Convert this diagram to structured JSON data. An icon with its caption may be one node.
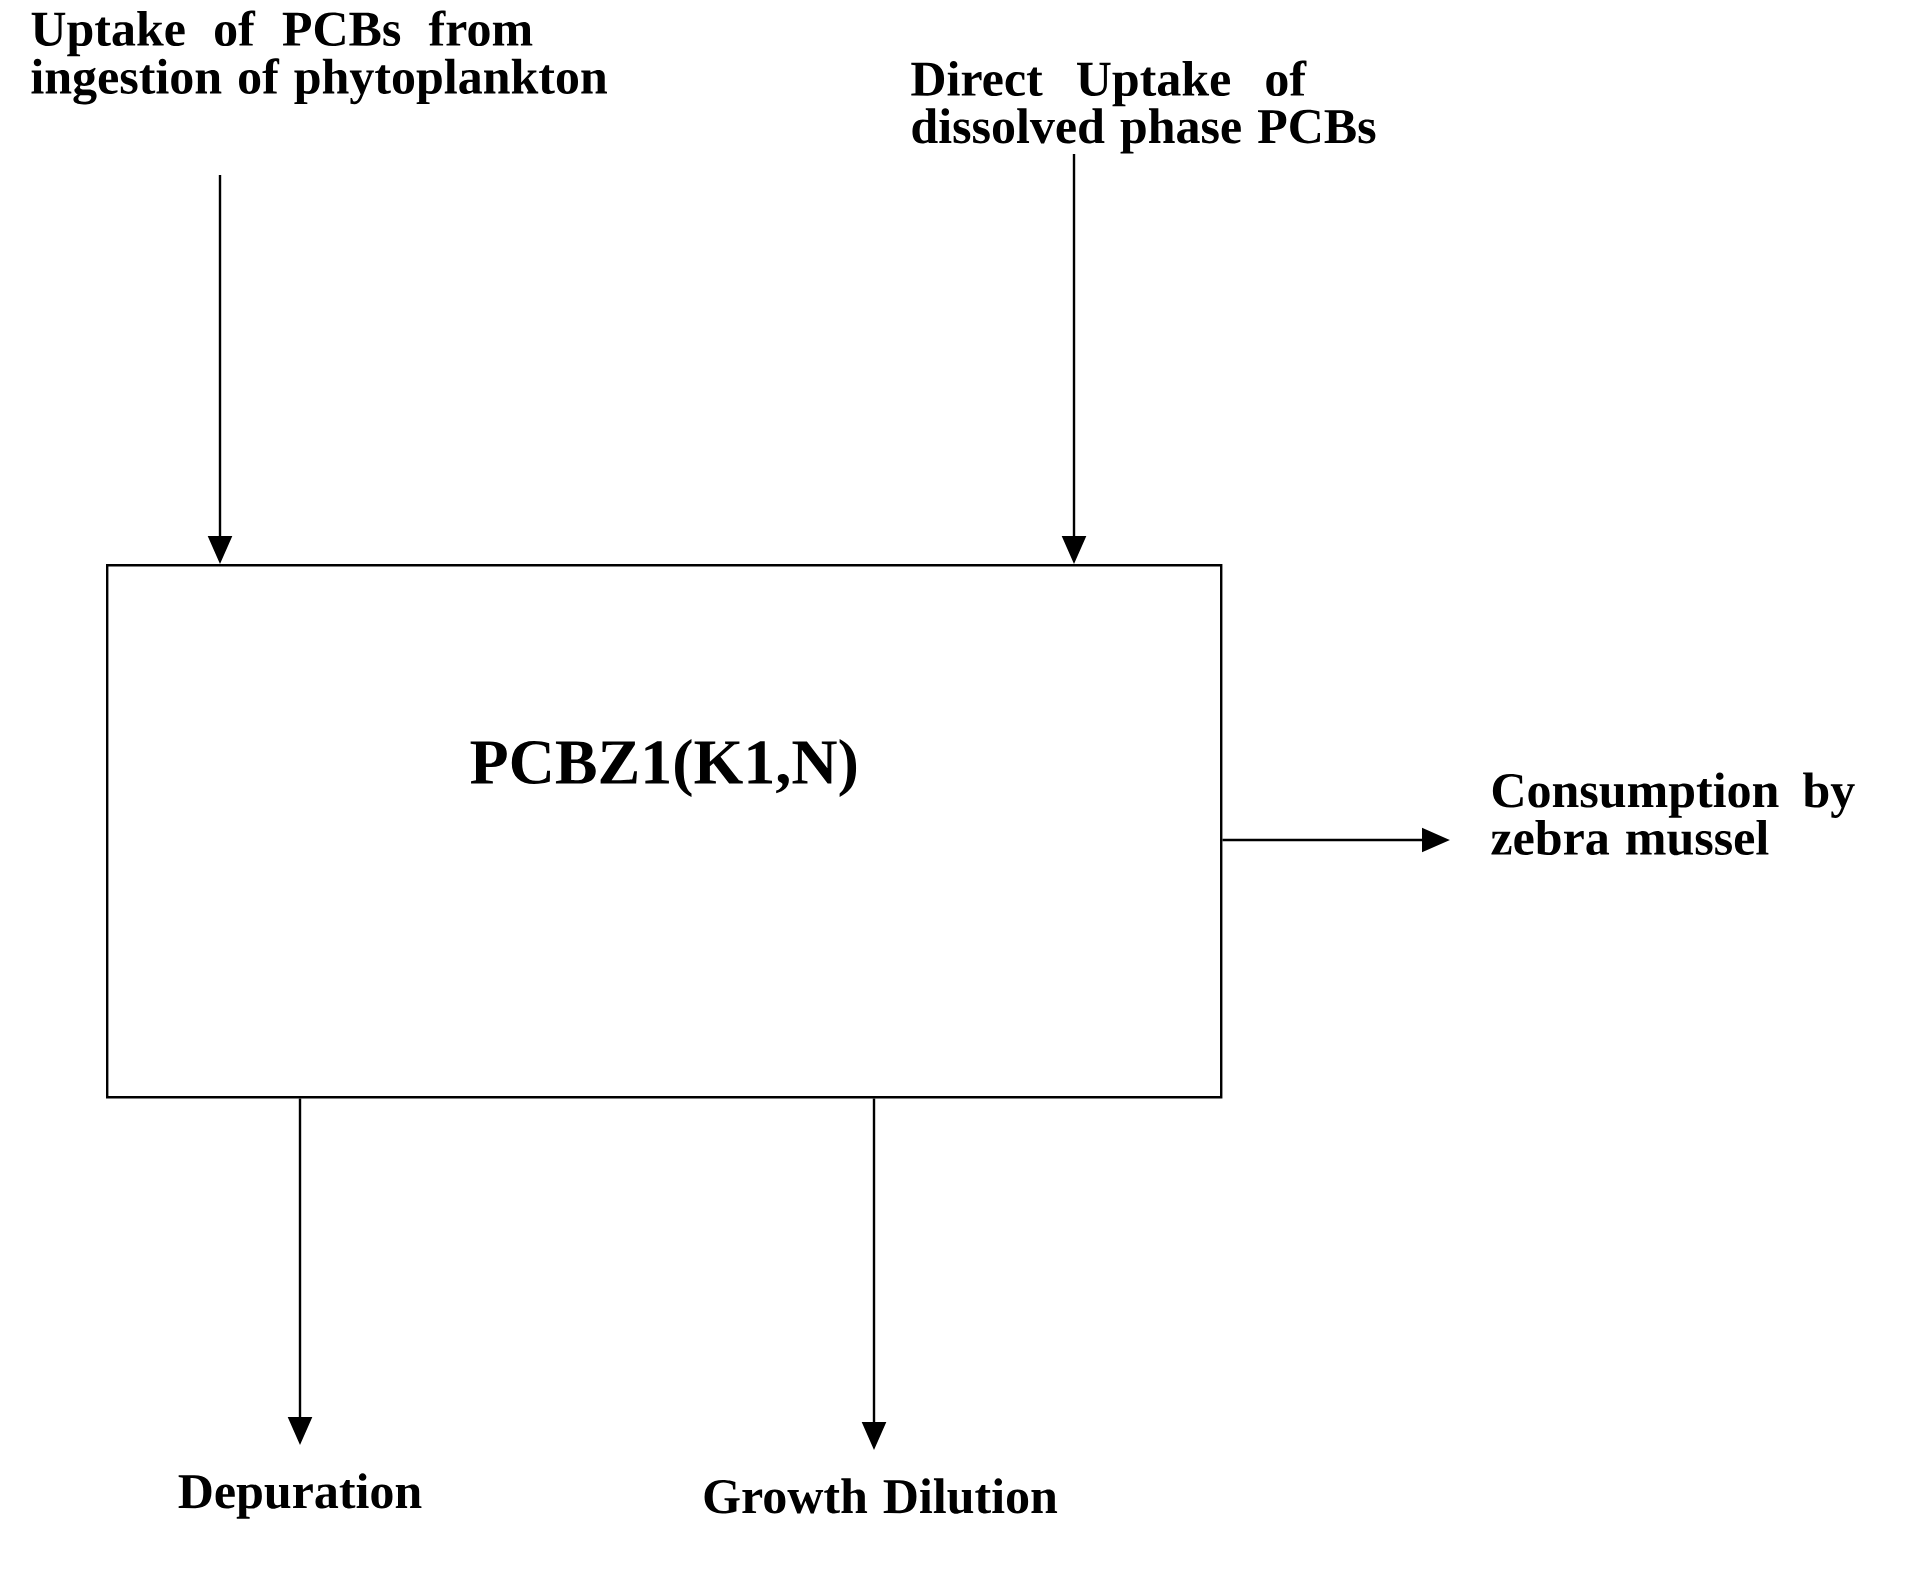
{
  "diagram": {
    "nodes": [
      {
        "text": [
          "Uptake of PCBs from ingestion of phytoplankton"
        ]
      },
      {
        "text": [
          "Direct Uptake of dissolved phase PCBs"
        ]
      },
      {
        "text": [
          "PCBZ1(K1,N)"
        ]
      },
      {
        "text": [
          "Consumption by zebra mussel"
        ]
      },
      {
        "text": [
          "Depuration"
        ]
      },
      {
        "text": [
          "Growth Dilution"
        ]
      }
    ],
    "edges": [
      {
        "from": 0,
        "to": 2,
        "arrow": "to"
      },
      {
        "from": 1,
        "to": 2,
        "arrow": "to"
      },
      {
        "from": 2,
        "to": 3,
        "arrow": "to"
      },
      {
        "from": 2,
        "to": 4,
        "arrow": "to"
      },
      {
        "from": 2,
        "to": 5,
        "arrow": "to"
      }
    ]
  }
}
